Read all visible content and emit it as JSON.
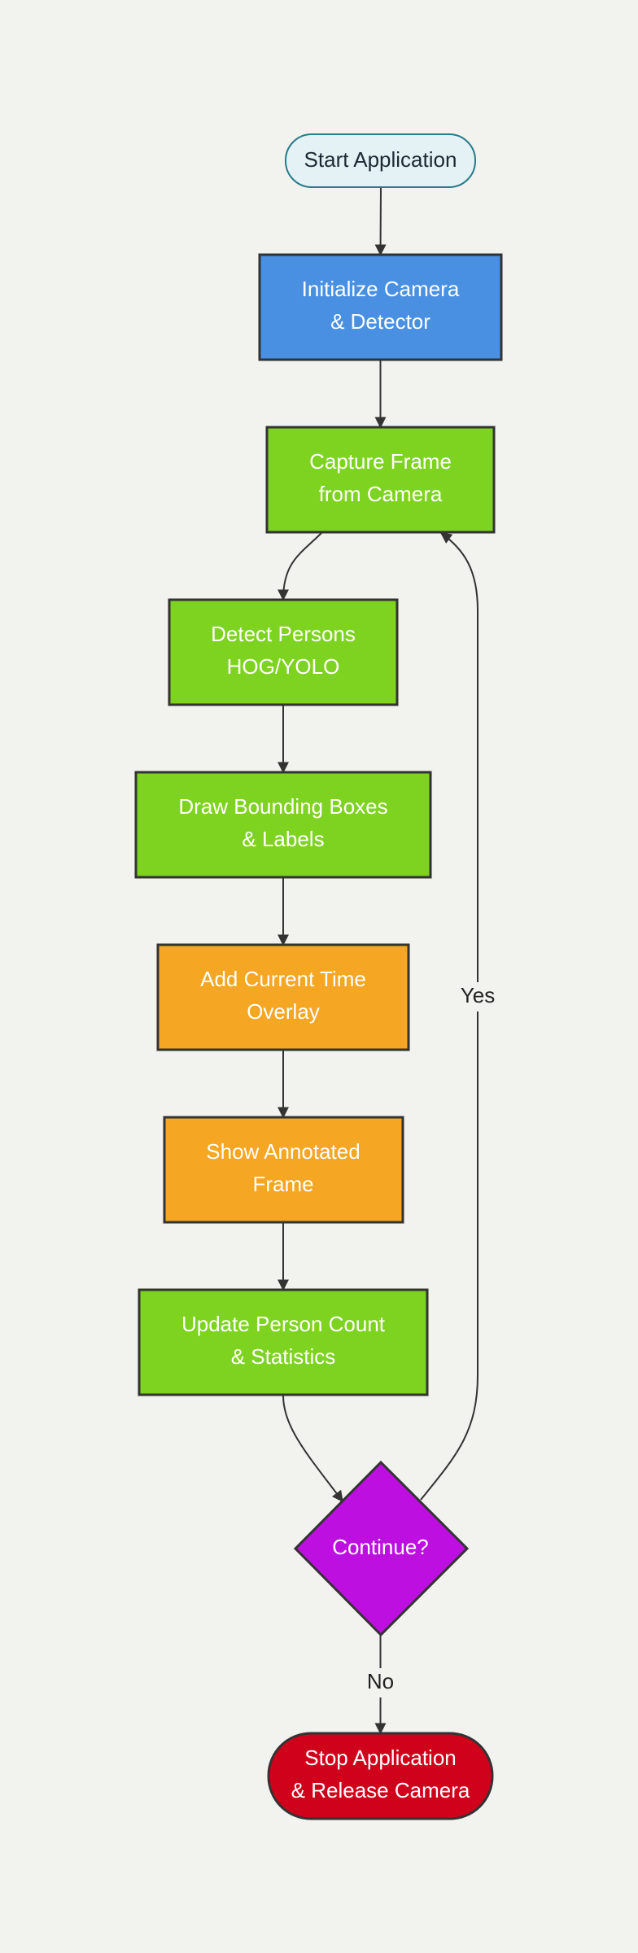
{
  "colors": {
    "background": "#f2f2ee",
    "start_fill": "#e4f2f5",
    "start_stroke": "#2a7a8a",
    "init_fill": "#4a90e2",
    "process_fill": "#7ed321",
    "overlay_fill": "#f5a623",
    "decision_fill": "#bd10e0",
    "stop_fill": "#d0021b",
    "node_stroke": "#333333"
  },
  "nodes": {
    "start": {
      "lines": [
        "Start Application"
      ]
    },
    "init": {
      "lines": [
        "Initialize Camera",
        "& Detector"
      ]
    },
    "capture": {
      "lines": [
        "Capture Frame",
        "from Camera"
      ]
    },
    "detect": {
      "lines": [
        "Detect Persons",
        "HOG/YOLO"
      ]
    },
    "draw": {
      "lines": [
        "Draw Bounding Boxes",
        "& Labels"
      ]
    },
    "time": {
      "lines": [
        "Add Current Time",
        "Overlay"
      ]
    },
    "show": {
      "lines": [
        "Show Annotated",
        "Frame"
      ]
    },
    "update": {
      "lines": [
        "Update Person Count",
        "& Statistics"
      ]
    },
    "decision": {
      "lines": [
        "Continue?"
      ]
    },
    "stop": {
      "lines": [
        "Stop Application",
        "& Release Camera"
      ]
    }
  },
  "edges": {
    "yes_label": "Yes",
    "no_label": "No"
  }
}
